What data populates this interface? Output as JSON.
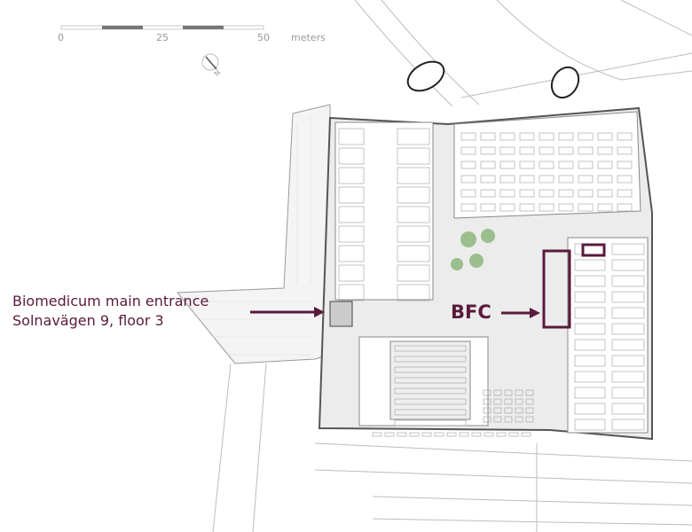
{
  "scale_bar": {
    "ticks": [
      "0",
      "25",
      "50"
    ],
    "unit": "meters"
  },
  "north_arrow": {
    "label": "N",
    "icon": "north-arrow-icon"
  },
  "labels": {
    "entrance_line1": "Biomedicum main entrance",
    "entrance_line2": "Solnavägen 9, floor 3",
    "bfc": "BFC"
  },
  "colors": {
    "accent": "#5a1a3c",
    "lines": "#8a8a8a",
    "floor": "#ededed"
  }
}
